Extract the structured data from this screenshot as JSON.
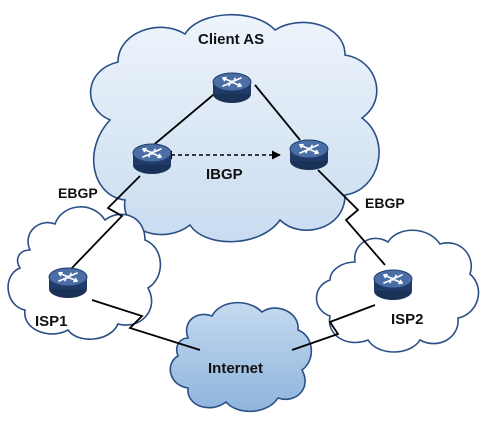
{
  "labels": {
    "client_as": "Client AS",
    "ibgp": "IBGP",
    "ebgp_left": "EBGP",
    "ebgp_right": "EBGP",
    "isp1": "ISP1",
    "isp2": "ISP2",
    "internet": "Internet"
  },
  "colors": {
    "client_cloud_fill": "#d9e7f5",
    "isp_cloud_fill": "#ffffff",
    "internet_cloud_fill": "#a9c7e6",
    "cloud_stroke": "#2a4f86",
    "router_body": "#1f3a66",
    "router_top": "#3e5f94",
    "link": "#000000"
  },
  "icons": {
    "router": "router-icon",
    "cloud": "cloud-icon"
  }
}
